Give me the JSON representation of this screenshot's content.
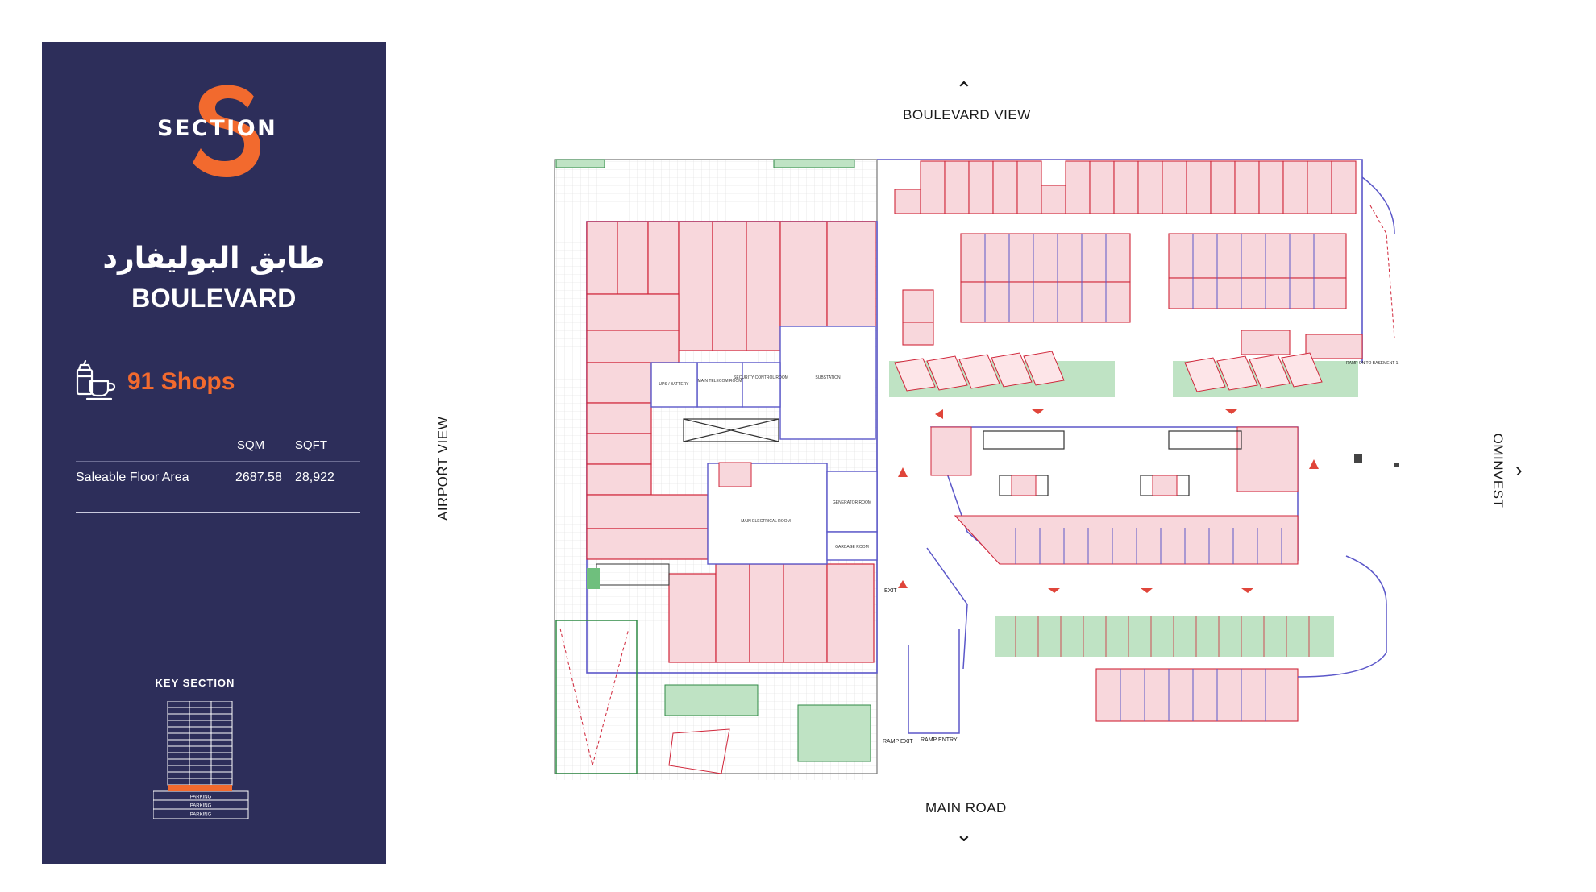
{
  "sidebar": {
    "logo_text": "SECTION",
    "title_arabic": "طابق البوليفارد",
    "title_english": "BOULEVARD",
    "shops_count": "91 Shops",
    "shops_icon": "coffee-shop-icon",
    "area_table": {
      "col_sqm": "SQM",
      "col_sqft": "SQFT",
      "row_label": "Saleable Floor Area",
      "sqm": "2687.58",
      "sqft": "28,922"
    },
    "key_section": {
      "title": "KEY SECTION",
      "levels": [
        "PARKING",
        "PARKING",
        "PARKING"
      ]
    }
  },
  "compass": {
    "top": "BOULEVARD VIEW",
    "bottom": "MAIN ROAD",
    "left": "AIRPORT VIEW",
    "right": "OMINVEST"
  },
  "plan_labels": {
    "exit": "EXIT",
    "ramp_exit": "RAMP EXIT",
    "ramp_entry": "RAMP ENTRY",
    "main_electrical": "MAIN ELECTRICAL ROOM",
    "substation": "SUBSTATION",
    "generator": "GENERATOR ROOM",
    "garbage": "GARBAGE ROOM",
    "telecom": "MAIN TELECOM ROOM",
    "security": "SECURITY CONTROL ROOM",
    "ups": "UPS / BATTERY",
    "ramp_to_basement": "RAMP ON TO BASEMENT 1"
  },
  "colors": {
    "sidebar_bg": "#2d2e5a",
    "accent_orange": "#f26a2e",
    "shop_fill": "#f8d7dc",
    "shop_wall_red": "#d0263a",
    "wall_blue": "#5b57c9",
    "green_zone": "#bfe3c4"
  }
}
